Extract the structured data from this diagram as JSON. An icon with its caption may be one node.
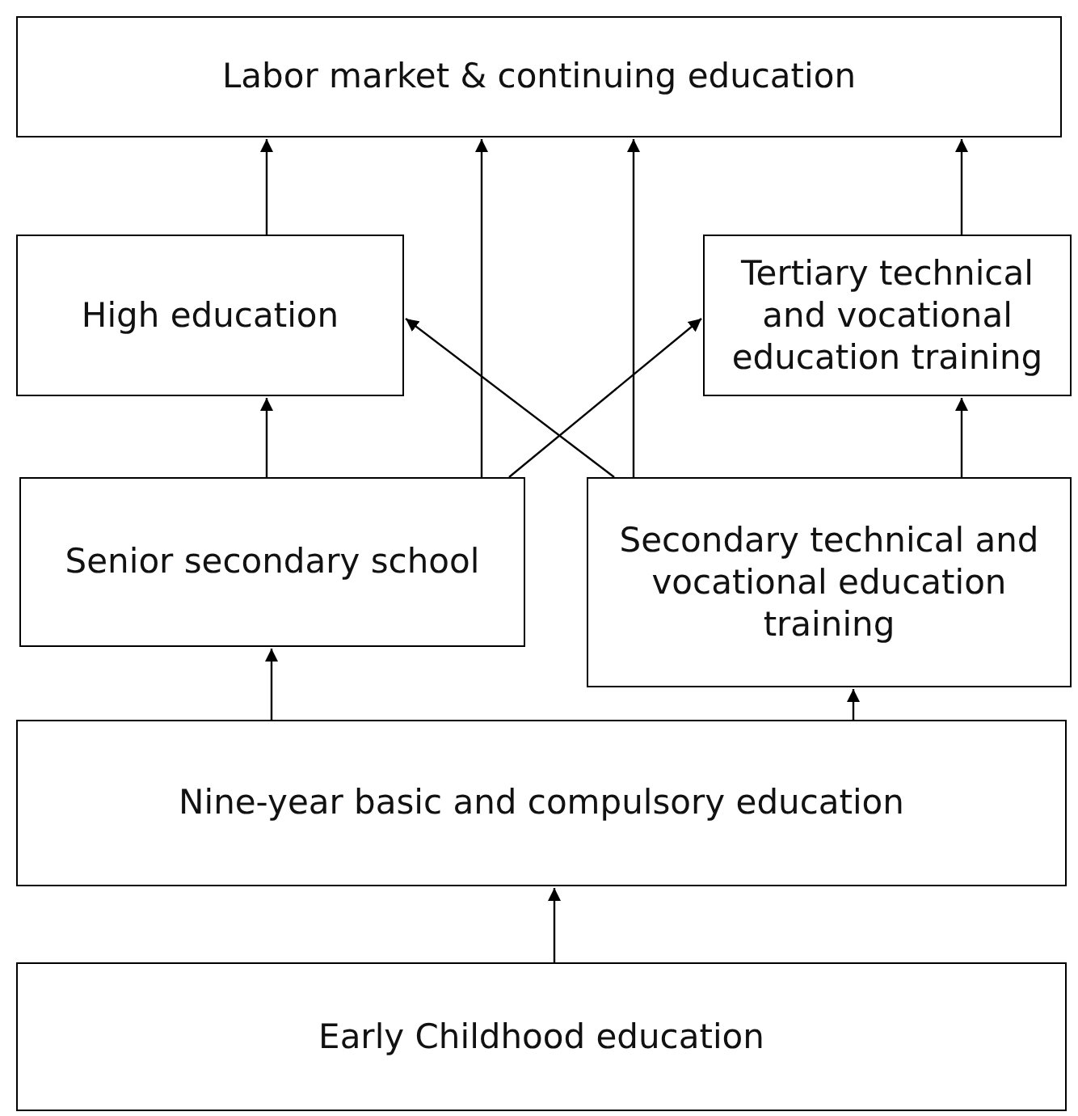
{
  "diagram": {
    "nodes": [
      {
        "text": [
          "Labor market & continuing education"
        ]
      },
      {
        "text": [
          "High education"
        ]
      },
      {
        "text": [
          "Tertiary technical and vocational education training"
        ]
      },
      {
        "text": [
          "Senior secondary school"
        ]
      },
      {
        "text": [
          "Secondary technical and vocational education training"
        ]
      },
      {
        "text": [
          "Nine-year basic and compulsory education"
        ]
      },
      {
        "text": [
          "Early Childhood education"
        ]
      }
    ],
    "edges": [
      {
        "from": 6,
        "to": 5,
        "arrow": "to"
      },
      {
        "from": 5,
        "to": 3,
        "arrow": "to"
      },
      {
        "from": 5,
        "to": 4,
        "arrow": "to"
      },
      {
        "from": 3,
        "to": 1,
        "arrow": "to"
      },
      {
        "from": 4,
        "to": 2,
        "arrow": "to"
      },
      {
        "from": 1,
        "to": 0,
        "arrow": "to"
      },
      {
        "from": 2,
        "to": 0,
        "arrow": "to"
      },
      {
        "from": 3,
        "to": 0,
        "arrow": "to"
      },
      {
        "from": 4,
        "to": 0,
        "arrow": "to"
      },
      {
        "from": 3,
        "to": 2,
        "arrow": "to"
      },
      {
        "from": 4,
        "to": 1,
        "arrow": "to"
      }
    ]
  }
}
